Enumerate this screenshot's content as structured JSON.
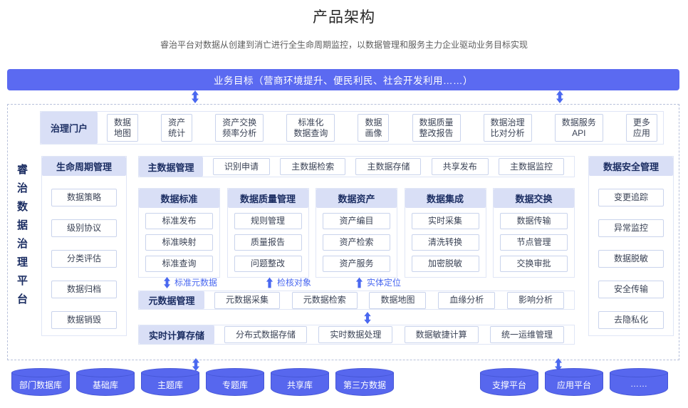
{
  "page": {
    "title": "产品架构",
    "subtitle": "睿治平台对数据从创建到消亡进行全生命周期监控，以数据管理和服务主力企业驱动业务目标实现"
  },
  "banner": {
    "label": "业务目标（营商环境提升、便民利民、社会开发利用……）"
  },
  "platform": {
    "name": "睿治数据治理平台"
  },
  "portal_row": {
    "header": "治理门户",
    "items": [
      "数据\n地图",
      "资产\n统计",
      "资产交换\n频率分析",
      "标准化\n数据查询",
      "数据\n画像",
      "数据质量\n整改报告",
      "数据治理\n比对分析",
      "数据服务\nAPI",
      "更多\n应用"
    ]
  },
  "lifecycle_col": {
    "header": "生命周期管理",
    "items": [
      "数据策略",
      "级别协议",
      "分类评估",
      "数据归档",
      "数据销毁"
    ]
  },
  "master_row": {
    "header": "主数据管理",
    "items": [
      "识别申请",
      "主数据检索",
      "主数据存储",
      "共享发布",
      "主数据监控"
    ]
  },
  "columns": [
    {
      "header": "数据标准",
      "items": [
        "标准发布",
        "标准映射",
        "标准查询"
      ]
    },
    {
      "header": "数据质量管理",
      "items": [
        "规则管理",
        "质量报告",
        "问题整改"
      ]
    },
    {
      "header": "数据资产",
      "items": [
        "资产编目",
        "资产检索",
        "资产服务"
      ]
    },
    {
      "header": "数据集成",
      "items": [
        "实时采集",
        "清洗转换",
        "加密脱敏"
      ]
    },
    {
      "header": "数据交换",
      "items": [
        "数据传输",
        "节点管理",
        "交换审批"
      ]
    }
  ],
  "flow_labels": [
    "标准元数据",
    "检核对象",
    "实体定位"
  ],
  "metadata_row": {
    "header": "元数据管理",
    "items": [
      "元数据采集",
      "元数据检索",
      "数据地图",
      "血缘分析",
      "影响分析"
    ]
  },
  "realtime_row": {
    "header": "实时计算存储",
    "items": [
      "分布式数据存储",
      "实时数据处理",
      "数据敏捷计算",
      "统一运维管理"
    ]
  },
  "security_col": {
    "header": "数据安全管理",
    "items": [
      "变更追踪",
      "异常监控",
      "数据脱敏",
      "安全传输",
      "去隐私化"
    ]
  },
  "databases": {
    "left": [
      "部门数据库",
      "基础库",
      "主题库",
      "专题库",
      "共享库",
      "第三方数据"
    ],
    "right": [
      "支撑平台",
      "应用平台",
      "……"
    ]
  },
  "colors": {
    "accent": "#5b6af1",
    "cylinder": "#5767ee",
    "header_bg": "#d9dff6",
    "header_text": "#1c2e63",
    "box_border": "#c9d3ec",
    "arrow": "#4a68f0",
    "dashed_border": "#b7c0da"
  }
}
